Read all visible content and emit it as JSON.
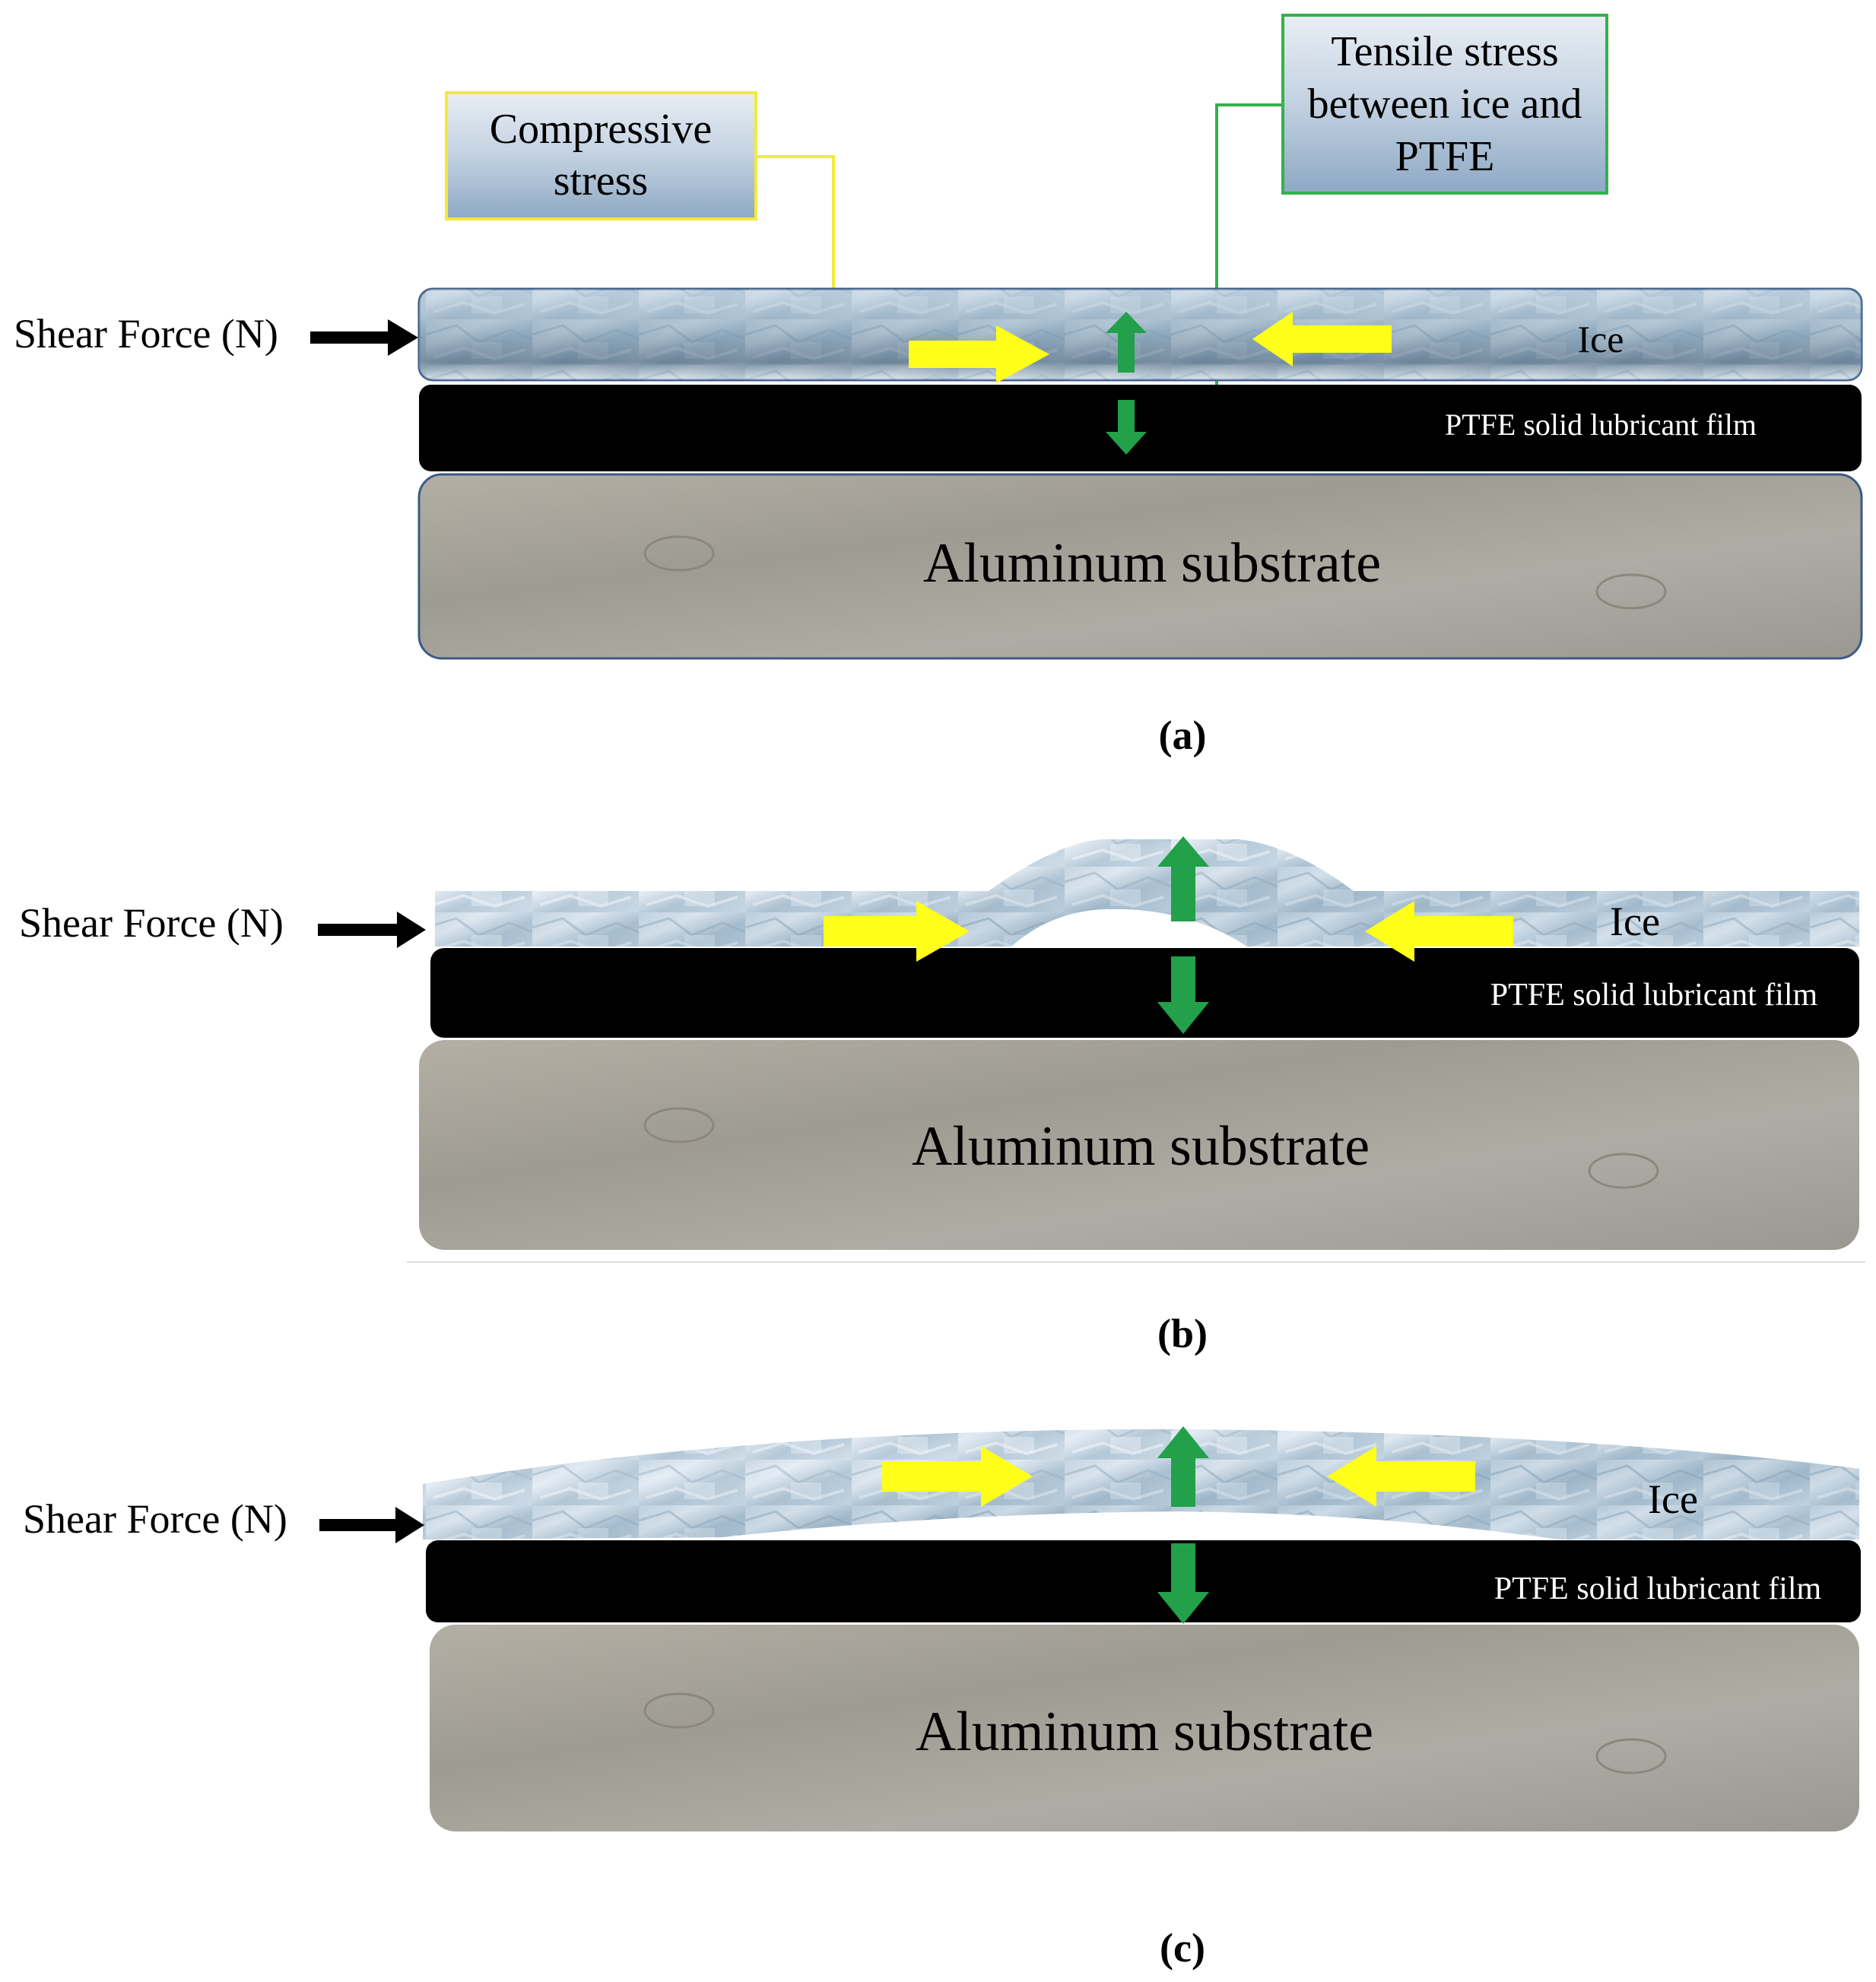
{
  "panels": [
    {
      "caption": "(a)",
      "shear_label": "Shear Force (N)",
      "ice_label": "Ice",
      "ptfe_label": "PTFE solid lubricant film",
      "substrate_label": "Aluminum substrate",
      "callouts": {
        "compressive": [
          "Compressive",
          "stress"
        ],
        "tensile": [
          "Tensile stress",
          "between ice and",
          "PTFE"
        ]
      }
    },
    {
      "caption": "(b)",
      "shear_label": "Shear Force (N)",
      "ice_label": "Ice",
      "ptfe_label": "PTFE solid lubricant film",
      "substrate_label": "Aluminum substrate"
    },
    {
      "caption": "(c)",
      "shear_label": "Shear Force (N)",
      "ice_label": "Ice",
      "ptfe_label": "PTFE solid lubricant film",
      "substrate_label": "Aluminum substrate"
    }
  ],
  "colors": {
    "compressive_arrow": "#ffff1a",
    "tensile_arrow": "#22a04a",
    "callout_compressive_border": "#f2ea3a",
    "callout_tensile_border": "#35b04e",
    "ptfe_layer": "#000000",
    "ice": "#a9c3d6",
    "substrate": "#a39f95"
  }
}
